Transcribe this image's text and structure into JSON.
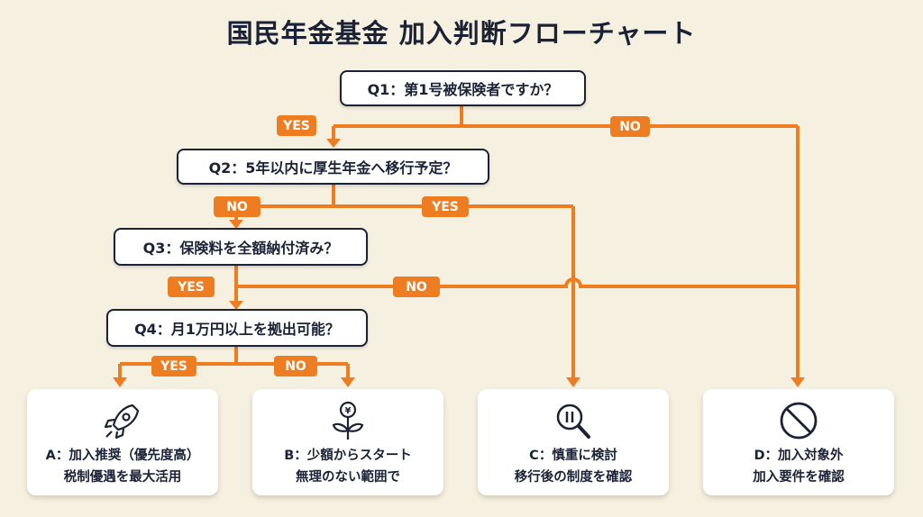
{
  "title": "国民年金基金 加入判断フローチャート",
  "colors": {
    "accent": "#ee7d22",
    "background": "#f6f0e0",
    "ink": "#1b2236"
  },
  "questions": [
    {
      "id": "Q1",
      "text": "Q1：第1号被保険者ですか？"
    },
    {
      "id": "Q2",
      "text": "Q2：5年以内に厚生年金へ移行予定？"
    },
    {
      "id": "Q3",
      "text": "Q3：保険料を全額納付済み？"
    },
    {
      "id": "Q4",
      "text": "Q4：月1万円以上を拠出可能？"
    }
  ],
  "labels": {
    "q1_yes": "YES",
    "q1_no": "NO",
    "q2_no": "NO",
    "q2_yes": "YES",
    "q3_yes": "YES",
    "q3_no": "NO",
    "q4_yes": "YES",
    "q4_no": "NO"
  },
  "outcomes": [
    {
      "icon": "rocket-icon",
      "line1": "A：加入推奨（優先度高）",
      "line2": "税制優遇を最大活用"
    },
    {
      "icon": "yen-sprout-icon",
      "line1": "B：少額からスタート",
      "line2": "無理のない範囲で"
    },
    {
      "icon": "magnifier-pause-icon",
      "line1": "C：慎重に検討",
      "line2": "移行後の制度を確認"
    },
    {
      "icon": "prohibited-icon",
      "line1": "D：加入対象外",
      "line2": "加入要件を確認"
    }
  ]
}
